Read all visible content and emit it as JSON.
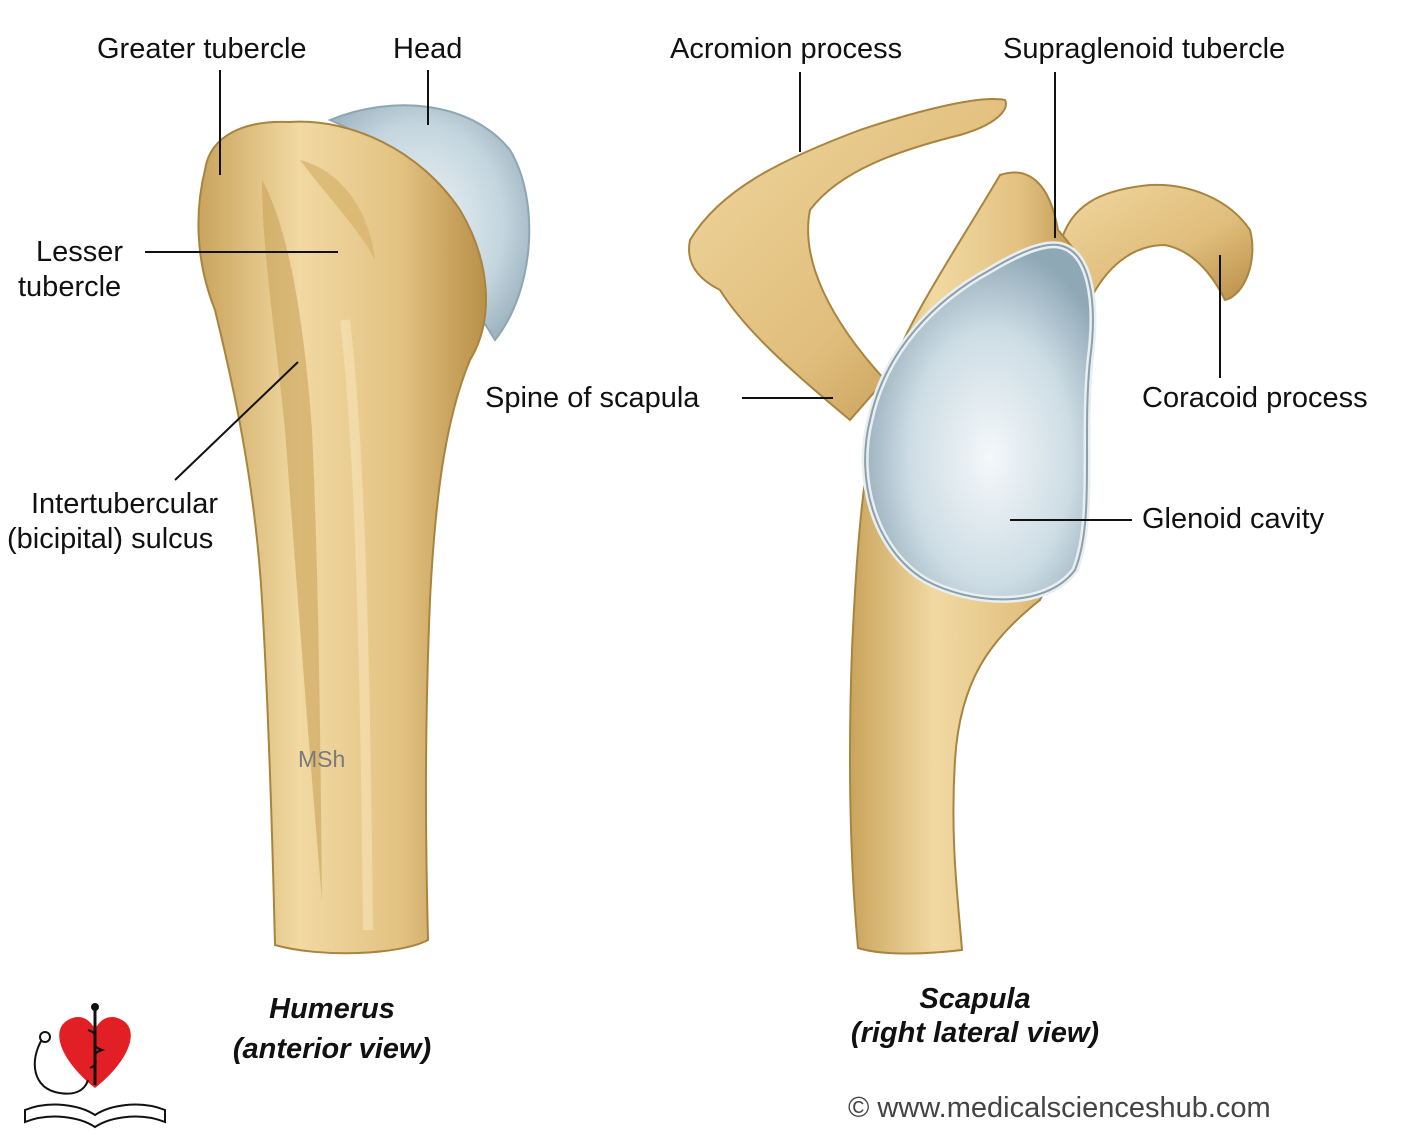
{
  "labels": {
    "greater_tubercle": "Greater tubercle",
    "head": "Head",
    "lesser_tubercle_1": "Lesser",
    "lesser_tubercle_2": "tubercle",
    "intertubercular_1": "Intertubercular",
    "intertubercular_2": "(bicipital) sulcus",
    "acromion": "Acromion process",
    "supraglenoid": "Supraglenoid tubercle",
    "spine": "Spine of scapula",
    "coracoid": "Coracoid process",
    "glenoid": "Glenoid cavity"
  },
  "captions": {
    "humerus_title": "Humerus",
    "humerus_view": "(anterior view)",
    "scapula_title": "Scapula",
    "scapula_view": "(right lateral view)"
  },
  "watermark": "MSh",
  "copyright": "© www.medicalscienceshub.com",
  "colors": {
    "bone": "#e6c98a",
    "bone_shadow": "#b8934b",
    "cartilage": "#c9d8e0",
    "logo_heart": "#e31f26"
  }
}
